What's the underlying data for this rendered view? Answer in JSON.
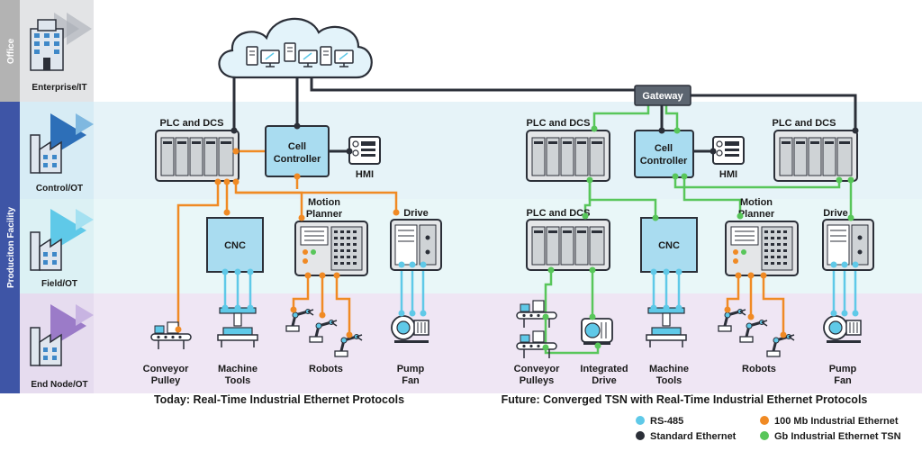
{
  "colors": {
    "rs485": "#5fc9e8",
    "standard_ethernet": "#2b2f38",
    "industrial_100mb": "#f08a24",
    "tsn_gb": "#58c65a",
    "office_band": "#b3b3b3",
    "production_band": "#3e55a6",
    "control_bg": "#e6f3f8",
    "field_bg": "#e9f7f8",
    "endnode_bg": "#efe6f4"
  },
  "icons": [
    "building-icon",
    "factory-icon",
    "cloud-icon",
    "server-icon",
    "monitor-icon",
    "plc-icon",
    "hmi-icon",
    "drive-icon",
    "motion-planner-icon",
    "conveyor-icon",
    "machine-tool-icon",
    "robot-arm-icon",
    "pump-fan-icon",
    "integrated-drive-icon"
  ],
  "sidebar": {
    "office": "Office",
    "production": "Produciton Facility",
    "levels": {
      "enterprise": "Enterprise/IT",
      "control": "Control/OT",
      "field": "Field/OT",
      "endnode": "End Node/OT"
    }
  },
  "gateway": "Gateway",
  "today": {
    "plc": "PLC and DCS",
    "cell1": "Cell",
    "cell2": "Controller",
    "hmi": "HMI",
    "cnc": "CNC",
    "motion1": "Motion",
    "motion2": "Planner",
    "drive": "Drive",
    "conveyor1": "Conveyor",
    "conveyor2": "Pulley",
    "machine1": "Machine",
    "machine2": "Tools",
    "robots": "Robots",
    "pump1": "Pump",
    "pump2": "Fan",
    "caption": "Today: Real-Time Industrial Ethernet Protocols"
  },
  "future": {
    "plc_left": "PLC and DCS",
    "plc_right": "PLC and DCS",
    "plc_field": "PLC and DCS",
    "cell1": "Cell",
    "cell2": "Controller",
    "hmi": "HMI",
    "cnc": "CNC",
    "motion1": "Motion",
    "motion2": "Planner",
    "drive": "Drive",
    "conveyor1": "Conveyor",
    "conveyor2": "Pulleys",
    "integrated1": "Integrated",
    "integrated2": "Drive",
    "machine1": "Machine",
    "machine2": "Tools",
    "robots": "Robots",
    "pump1": "Pump",
    "pump2": "Fan",
    "caption": "Future: Converged TSN with Real-Time Industrial Ethernet Protocols"
  },
  "legend": {
    "rs485": "RS-485",
    "standard": "Standard Ethernet",
    "mb100": "100 Mb Industrial Ethernet",
    "gb_tsn_prefix": "Gb Industrial Ethernet ",
    "gb_tsn_bold": "TSN"
  }
}
